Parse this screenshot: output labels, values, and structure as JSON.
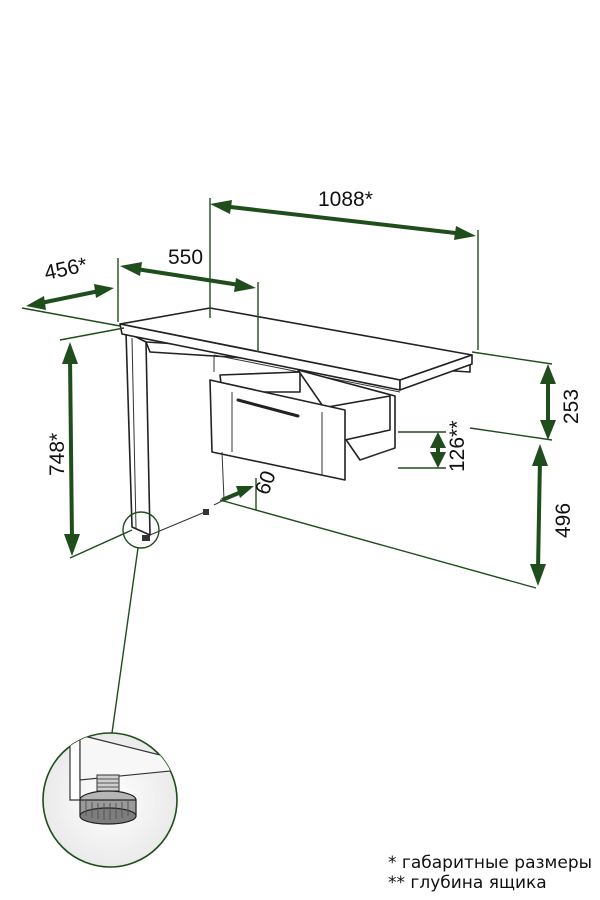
{
  "dimensions": {
    "width": "1088*",
    "depth_top": "456*",
    "section": "550",
    "height": "748*",
    "drawer_front": "253",
    "drawer_depth": "126**",
    "leg_offset": "60",
    "knee_height": "496"
  },
  "footnotes": [
    "* габаритные размеры",
    "** глубина ящика"
  ],
  "colors": {
    "dimension_line": "#1f4d1c",
    "outline": "#222222"
  }
}
